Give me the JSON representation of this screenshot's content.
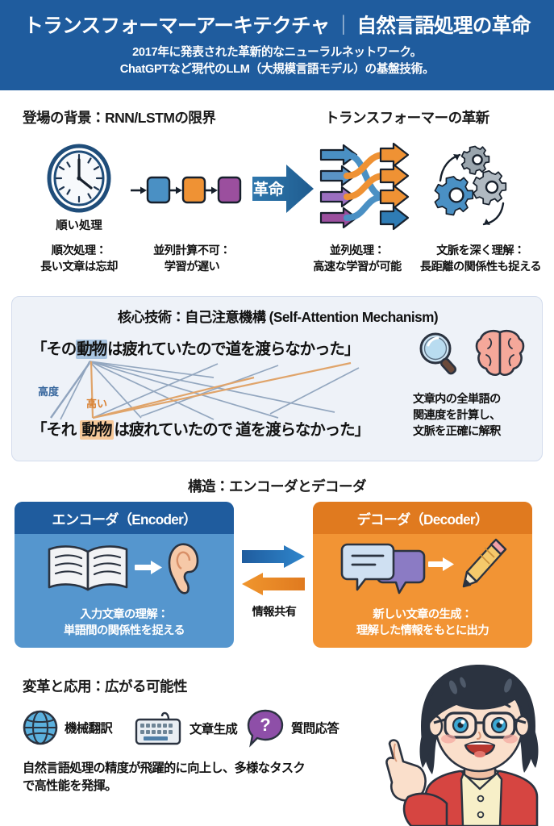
{
  "header": {
    "title_left": "トランスフォーマーアーキテクチャ",
    "title_sep": "｜",
    "title_right": "自然言語処理の革命",
    "subtitle_line1": "2017年に発表された革新的なニューラルネットワーク。",
    "subtitle_line2": "ChatGPTなど現代のLLM（大規模言語モデル）の基盤技術。",
    "bg_color": "#1f5c9e"
  },
  "sections": {
    "rnn_heading": "登場の背景：RNN/LSTMの限界",
    "transformer_heading": "トランスフォーマーの革新",
    "structure_heading": "構造：エンコーダとデコーダ",
    "applications_heading": "変革と応用：広がる可能性"
  },
  "rnn": {
    "clock_label": "順い処理",
    "arrow_label": "革命",
    "captions": [
      {
        "line1": "順次処理：",
        "line2": "長い文章は忘却"
      },
      {
        "line1": "並列計算不可：",
        "line2": "学習が遅い"
      }
    ],
    "block_colors": [
      "#4a90c4",
      "#ef9234",
      "#9b4f9e"
    ]
  },
  "transformer": {
    "captions": [
      {
        "line1": "並列処理：",
        "line2": "高速な学習が可能"
      },
      {
        "line1": "文脈を深く理解：",
        "line2": "長距離の関係性も捉える"
      }
    ],
    "arrow_colors": [
      "#4a90c4",
      "#ef9234",
      "#9b6fc0"
    ],
    "gear_colors": [
      "#9aa5ad",
      "#4a90c4"
    ]
  },
  "attention": {
    "title": "核心技術：自己注意機構 (Self-Attention Mechanism)",
    "sentence_top": {
      "pre": "「その",
      "highlight": "動物",
      "post": "は疲れていたので道を渡らなかった」",
      "highlight_color": "#a8c4e0"
    },
    "sentence_bottom": {
      "pre": "「それ ",
      "highlight": "動物",
      "post": "は疲れていたので 道を渡らなかった」",
      "highlight_color": "#f7c99a"
    },
    "label_high_blue": "高度",
    "label_high_orange": "高い",
    "side_line1": "文章内の全単語の",
    "side_line2": "関連度を計算し、",
    "side_line3": "文脈を正確に解釈",
    "panel_bg": "#eef2f8",
    "line_color_blue": "#7f95b5",
    "line_color_orange": "#e0a46a"
  },
  "structure": {
    "encoder": {
      "title": "エンコーダ（Encoder）",
      "desc_line1": "入力文章の理解：",
      "desc_line2": "単語間の関係性を捉える",
      "header_color": "#1f5c9e",
      "body_color": "#5596ce"
    },
    "decoder": {
      "title": "デコーダ（Decoder）",
      "desc_line1": "新しい文章の生成：",
      "desc_line2": "理解した情報をもとに出力",
      "header_color": "#e07a1f",
      "body_color": "#f29434"
    },
    "share_label": "情報共有",
    "arrow_right_color": "#1f6ab0",
    "arrow_left_color": "#e07a1f"
  },
  "applications": {
    "items": [
      {
        "label": "機械翻訳",
        "icon": "globe-icon",
        "color": "#5bb0dd"
      },
      {
        "label": "文章生成",
        "icon": "keyboard-icon",
        "color": "#6f8596"
      },
      {
        "label": "質問応答",
        "icon": "question-bubble-icon",
        "color": "#8e4fa8"
      }
    ],
    "summary_line1": "自然言語処理の精度が飛躍的に向上し、多様なタスク",
    "summary_line2": "で高性能を発揮。"
  },
  "mascot": {
    "hair_color": "#2b3340",
    "skin_color": "#f6d3bc",
    "cardigan_color": "#d64541",
    "shirt_color": "#f7efc8",
    "eye_color": "#3ba8d4"
  }
}
